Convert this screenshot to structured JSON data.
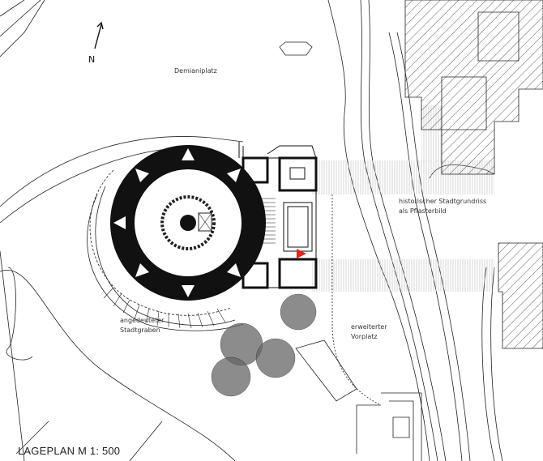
{
  "north_label": "N",
  "labels": {
    "square": "Demianiplatz",
    "historic_1": "historischer Stadtgrundriss",
    "historic_2": "als Pflasterbild",
    "forecourt_1": "erweiterter",
    "forecourt_2": "Vorplatz",
    "moat_1": "angedeuteter",
    "moat_2": "Stadtgraben"
  },
  "title": "LAGEPLAN  M 1: 500",
  "colors": {
    "line": "#222222",
    "fill": "#111111",
    "accent": "#e8231b",
    "hatch": "#333333",
    "paving": "#bbbbbb"
  }
}
